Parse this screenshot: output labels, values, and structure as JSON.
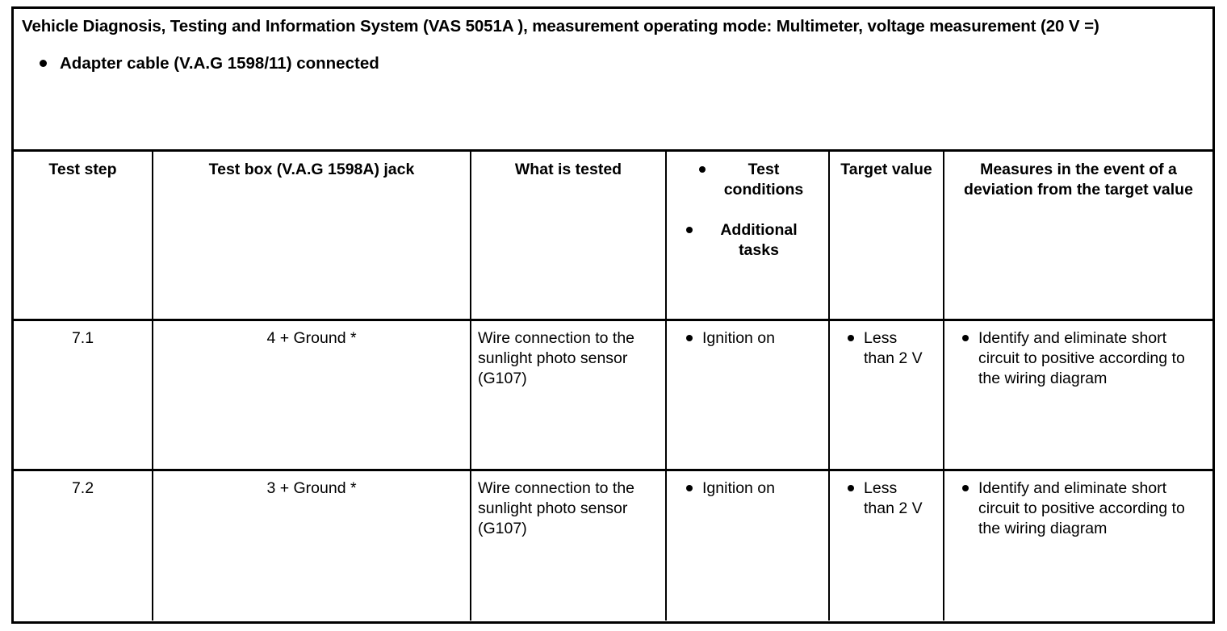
{
  "document": {
    "title_line1": "Vehicle Diagnosis, Testing and Information System (VAS 5051A ), measurement operating mode: Multimeter, voltage",
    "title_line2": "measurement (20 V =)",
    "intro_bullets": [
      "Adapter cable (V.A.G 1598/11) connected"
    ]
  },
  "table": {
    "headers": {
      "test_step": "Test step",
      "test_box_jack": "Test box (V.A.G 1598A) jack",
      "what_is_tested": "What is tested",
      "conditions_bullet_1": "Test conditions",
      "conditions_bullet_2": "Additional tasks",
      "target_value": "Target value",
      "measures": "Measures in the event of a deviation from the target value"
    },
    "rows": [
      {
        "test_step": "7.1",
        "test_box_jack": "4 + Ground *",
        "what_is_tested": "Wire connection to the sunlight photo sensor (G107)",
        "test_conditions": [
          "Ignition on"
        ],
        "target_value": [
          "Less than 2 V"
        ],
        "measures": [
          "Identify and eliminate short circuit to positive according to the wiring diagram"
        ]
      },
      {
        "test_step": "7.2",
        "test_box_jack": "3 + Ground *",
        "what_is_tested": "Wire connection to the sunlight photo sensor (G107)",
        "test_conditions": [
          "Ignition on"
        ],
        "target_value": [
          "Less than 2 V"
        ],
        "measures": [
          "Identify and eliminate short circuit to positive according to the wiring diagram"
        ]
      }
    ]
  }
}
